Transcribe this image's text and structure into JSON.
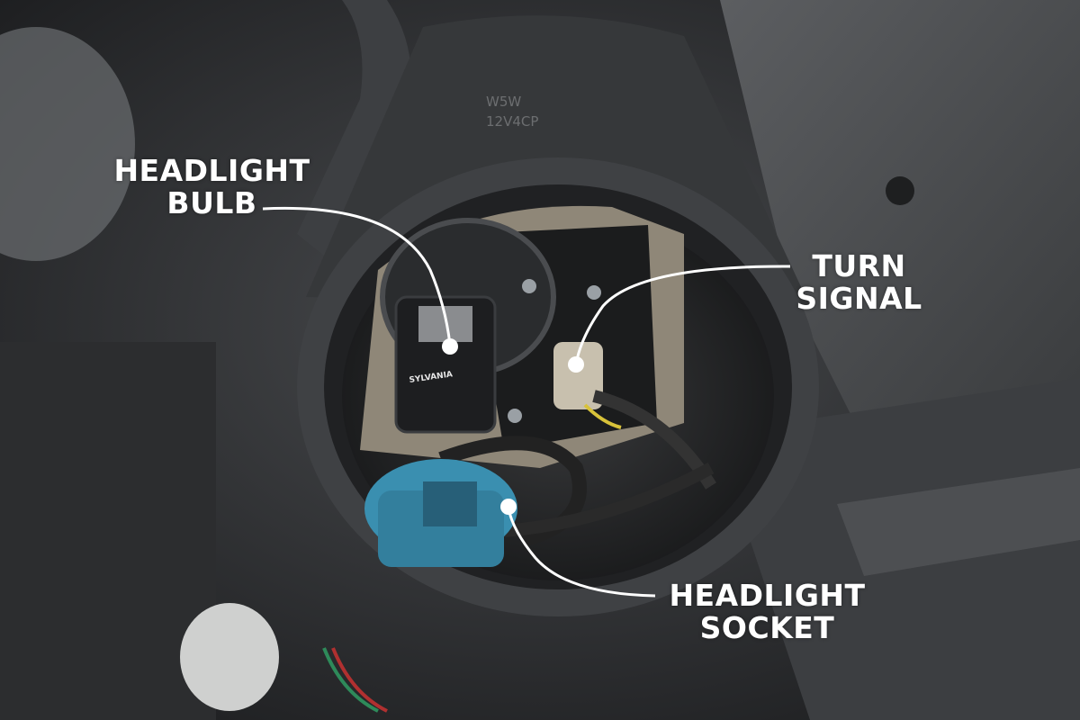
{
  "labels": {
    "headlight_bulb": [
      "HEADLIGHT",
      "BULB"
    ],
    "turn_signal": [
      "TURN",
      "SIGNAL"
    ],
    "headlight_socket": [
      "HEADLIGHT",
      "SOCKET"
    ]
  },
  "embossed_text": {
    "line1": "W5W",
    "line2": "12V4CP"
  },
  "bulb_brand": "SYLVANIA",
  "colors": {
    "label": "#ffffff",
    "socket": "#3a8fb0",
    "housing": "#2f3133"
  }
}
